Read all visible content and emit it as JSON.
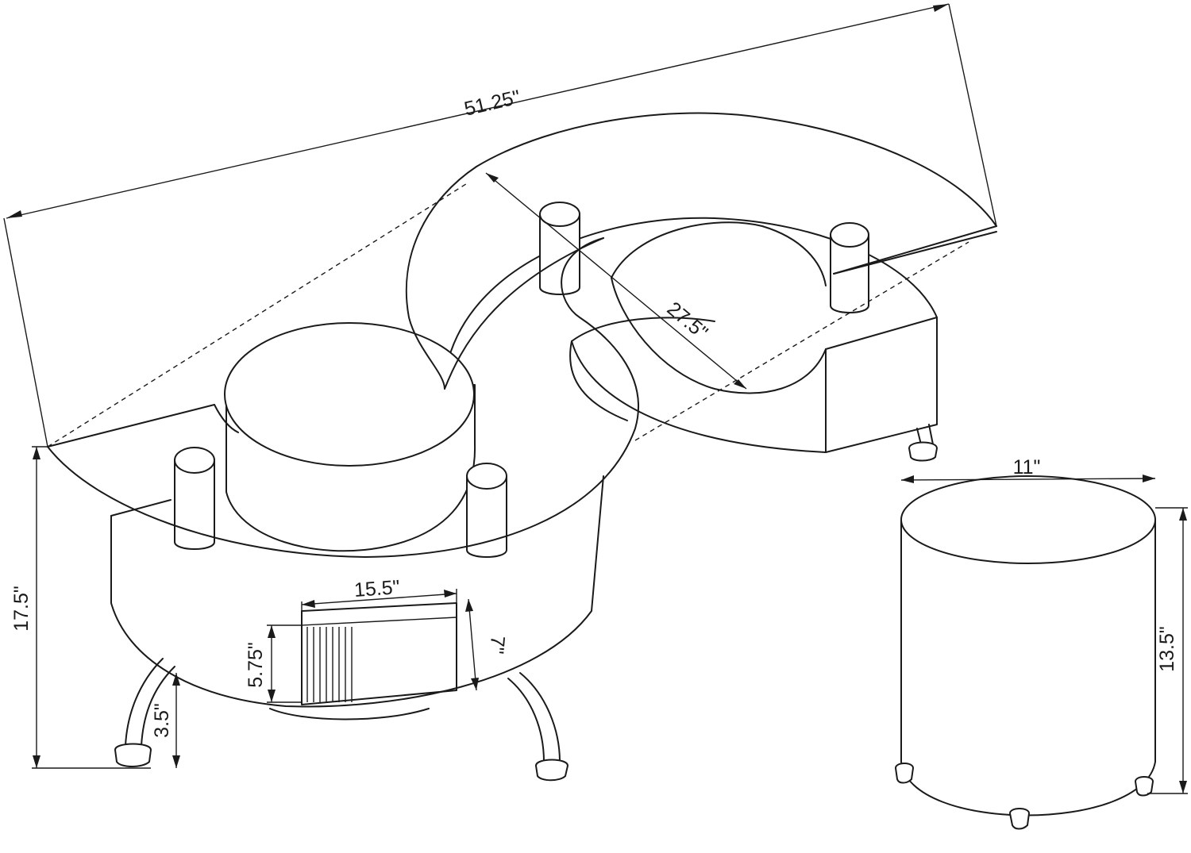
{
  "dimensions": {
    "table_length": "51.25\"",
    "table_depth": "27.5\"",
    "table_height": "17.5\"",
    "leg_height": "3.5\"",
    "drawer_width": "15.5\"",
    "drawer_height": "5.75\"",
    "drawer_depth": "7\"",
    "stool_diameter": "11\"",
    "stool_height": "13.5\""
  }
}
